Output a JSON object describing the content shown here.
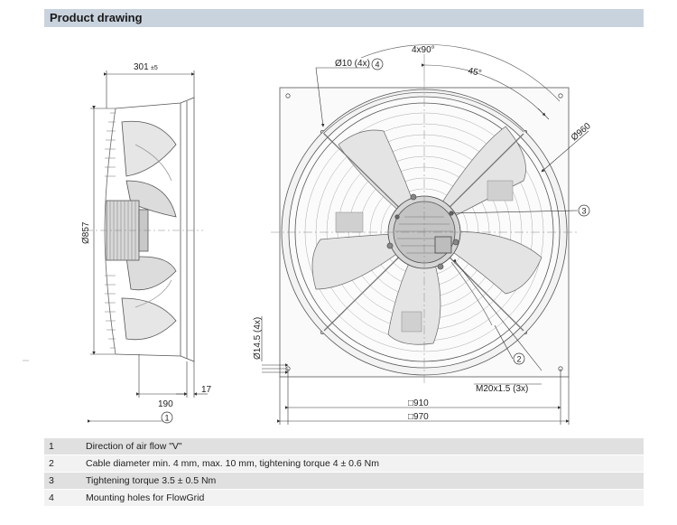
{
  "header": {
    "title": "Product drawing"
  },
  "dimensions": {
    "side_depth": "301",
    "side_depth_tol": "±5",
    "side_height": "Ø857",
    "side_bottom_190": "190",
    "side_bottom_17": "17",
    "hole_10": "Ø10 (4x)",
    "hole_14_5": "Ø14.5 (4x)",
    "angle_4x90": "4x90°",
    "angle_45": "45°",
    "diameter_960": "Ø960",
    "thread": "M20x1.5 (3x)",
    "square_910": "□910",
    "square_970": "□970"
  },
  "callouts": {
    "c1": "1",
    "c2": "2",
    "c3": "3",
    "c4": "4"
  },
  "legend": [
    {
      "num": "1",
      "text": "Direction of air flow \"V\""
    },
    {
      "num": "2",
      "text": "Cable diameter min. 4 mm, max. 10 mm, tightening torque 4 ± 0.6 Nm"
    },
    {
      "num": "3",
      "text": "Tightening torque 3.5 ± 0.5 Nm"
    },
    {
      "num": "4",
      "text": "Mounting holes for FlowGrid"
    }
  ]
}
